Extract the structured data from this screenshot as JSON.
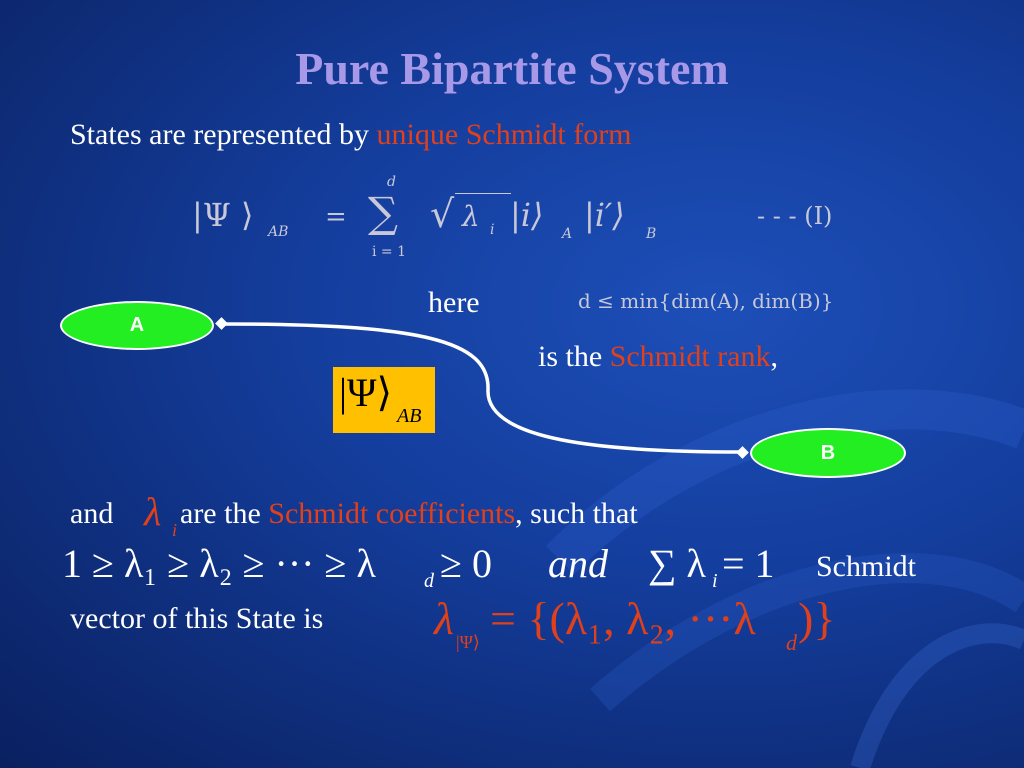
{
  "slide": {
    "title": "Pure Bipartite System",
    "intro_prefix": "States are represented by ",
    "intro_highlight": "unique Schmidt form",
    "eq1": {
      "ket_psi": "|Ψ ⟩",
      "sub_ab": "AB",
      "equals": "=",
      "sum": "∑",
      "sum_top": "d",
      "sum_bottom": "i = 1",
      "sqrt": "√",
      "lambda": "λ",
      "lambda_sub": "i",
      "ket_i": "|i⟩",
      "sub_a": "A",
      "ket_iprime": "|i′⟩",
      "sub_b": "B",
      "label": "- - - (I)"
    },
    "here_label": "here",
    "d_condition": "d ≤ min{dim(A), dim(B)}",
    "rank_prefix": "is the ",
    "rank_highlight": "Schmidt rank",
    "rank_suffix": ",",
    "node_a": "A",
    "node_b": "B",
    "box": {
      "psi": "|Ψ⟩",
      "sub": "AB"
    },
    "coeff": {
      "and": "and",
      "lambda": "λ",
      "lambda_sub": "i",
      "middle": " are the ",
      "highlight": "Schmidt coefficients",
      "suffix": ", such that"
    },
    "ineq": {
      "chain": "1 ≥ λ₁ ≥ λ₂ ≥ ··· ≥ λ",
      "chain_sub": "d",
      "chain_end": " ≥ 0",
      "and": "and",
      "sum": "∑ λ",
      "sum_sub": "i",
      "sum_end": " = 1"
    },
    "schmidt_word": "Schmidt",
    "vector_text": "vector of  this State is",
    "vec": {
      "lambda": "λ",
      "sub": "|Ψ⟩",
      "body": " = {(λ₁, λ₂, ···λ",
      "body_sub": "d",
      "close": " )}"
    }
  }
}
